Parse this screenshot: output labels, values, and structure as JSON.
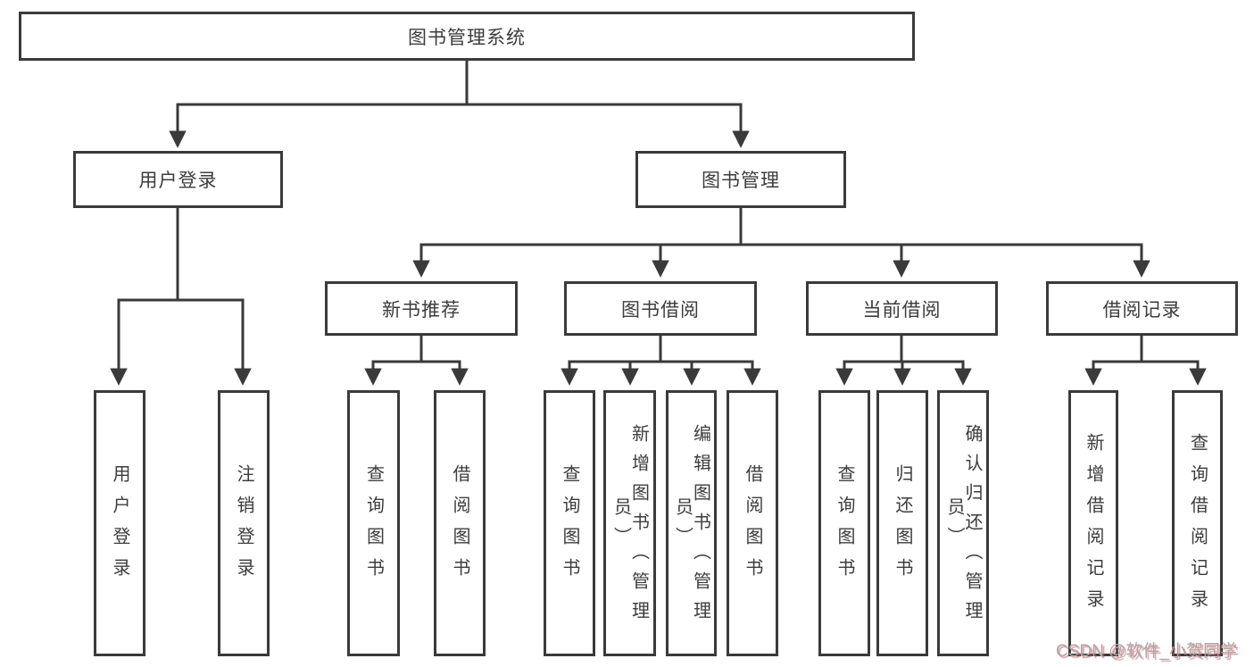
{
  "diagram": {
    "type": "tree",
    "nodes": {
      "root": "图书管理系统",
      "login_group": "用户登录",
      "mgmt_group": "图书管理",
      "new_book_rec": "新书推荐",
      "book_borrow": "图书借阅",
      "current_borrow": "当前借阅",
      "borrow_record": "借阅记录",
      "leaf_user_login": "用户登录",
      "leaf_logout": "注销登录",
      "leaf_rec_query": "查询图书",
      "leaf_rec_borrow": "借阅图书",
      "leaf_bb_query": "查询图书",
      "leaf_bb_add": "新增图书（管理员）",
      "leaf_bb_edit": "编辑图书（管理员）",
      "leaf_bb_borrow": "借阅图书",
      "leaf_cb_query": "查询图书",
      "leaf_cb_return": "归还图书",
      "leaf_cb_confirm": "确认归还（管理员）",
      "leaf_br_add": "新增借阅记录",
      "leaf_br_query": "查询借阅记录"
    },
    "edges": [
      [
        "root",
        "login_group"
      ],
      [
        "root",
        "mgmt_group"
      ],
      [
        "login_group",
        "leaf_user_login"
      ],
      [
        "login_group",
        "leaf_logout"
      ],
      [
        "mgmt_group",
        "new_book_rec"
      ],
      [
        "mgmt_group",
        "book_borrow"
      ],
      [
        "mgmt_group",
        "current_borrow"
      ],
      [
        "mgmt_group",
        "borrow_record"
      ],
      [
        "new_book_rec",
        "leaf_rec_query"
      ],
      [
        "new_book_rec",
        "leaf_rec_borrow"
      ],
      [
        "book_borrow",
        "leaf_bb_query"
      ],
      [
        "book_borrow",
        "leaf_bb_add"
      ],
      [
        "book_borrow",
        "leaf_bb_edit"
      ],
      [
        "book_borrow",
        "leaf_bb_borrow"
      ],
      [
        "current_borrow",
        "leaf_cb_query"
      ],
      [
        "current_borrow",
        "leaf_cb_return"
      ],
      [
        "current_borrow",
        "leaf_cb_confirm"
      ],
      [
        "borrow_record",
        "leaf_br_add"
      ],
      [
        "borrow_record",
        "leaf_br_query"
      ]
    ],
    "colors": {
      "line": "#3a3a3a",
      "box_border": "#3a3a3a",
      "box_fill": "#ffffff",
      "text": "#3c3c3c"
    }
  },
  "watermark": "CSDN @软件_小贺同学"
}
